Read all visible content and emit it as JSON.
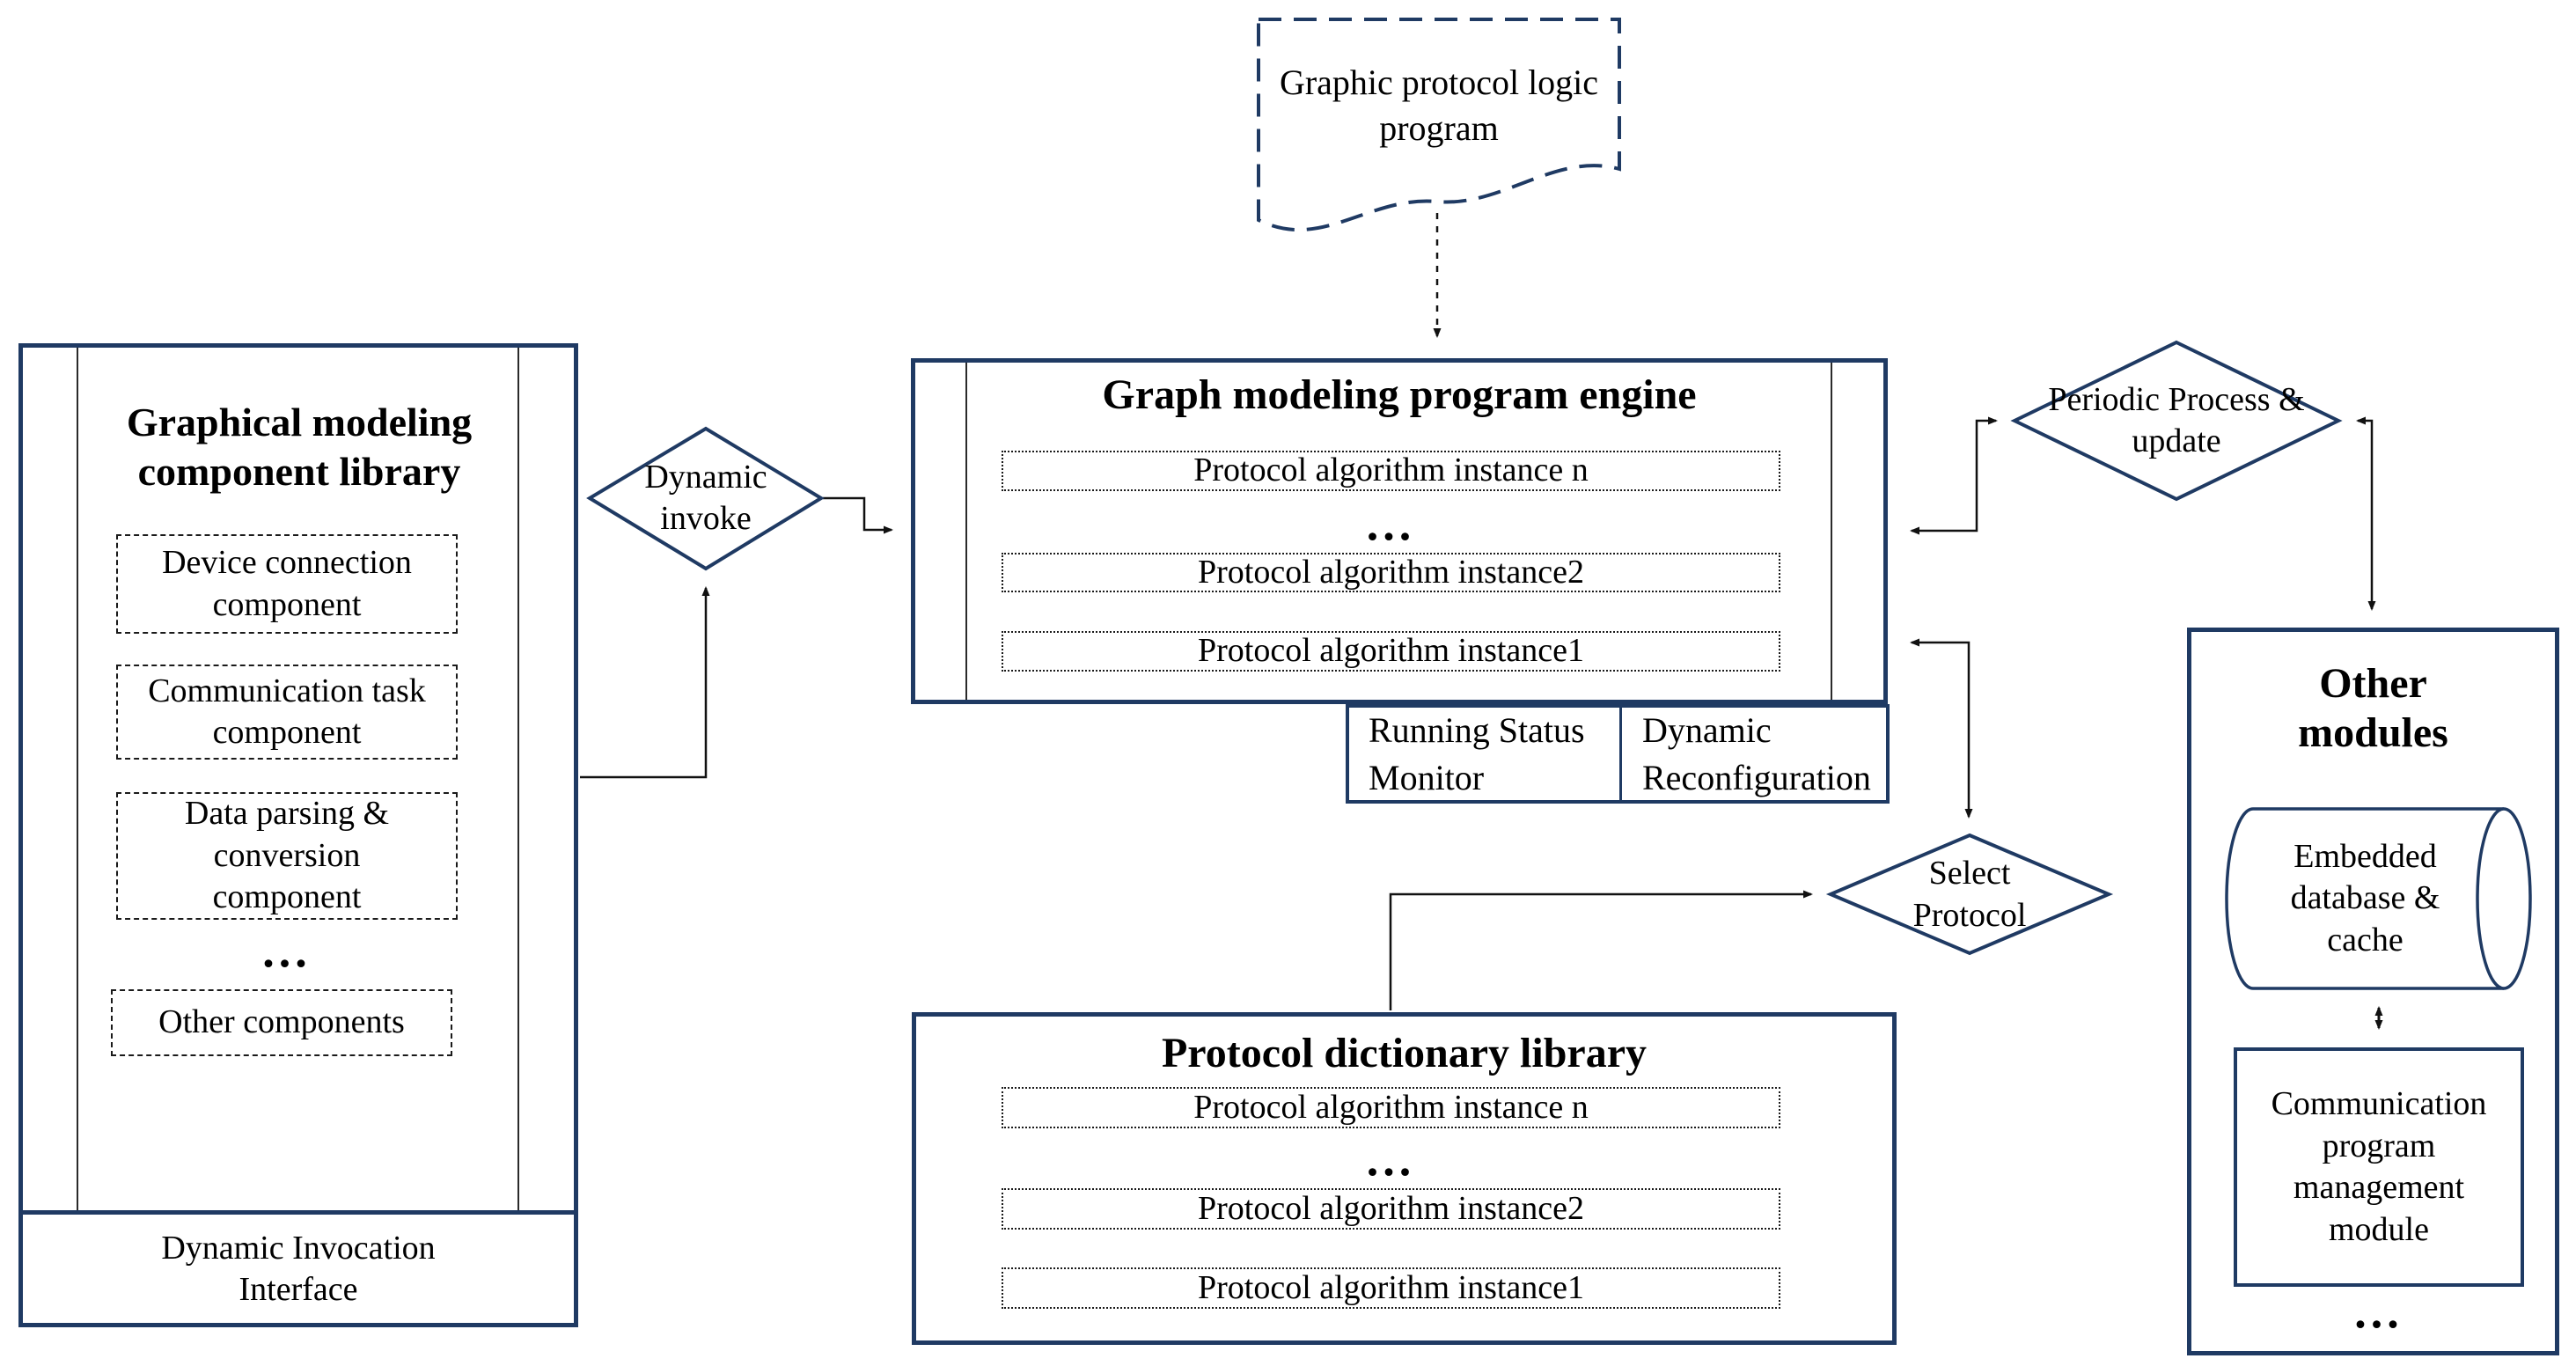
{
  "colors": {
    "navy": "#1f3a63",
    "line": "#1a1a1a"
  },
  "document": {
    "label": "Graphic protocol logic program"
  },
  "library": {
    "title": "Graphical modeling component library",
    "components": [
      "Device connection component",
      "Communication task component",
      "Data parsing & conversion component",
      "Other components"
    ],
    "ellipsis": "...",
    "footer": "Dynamic Invocation Interface"
  },
  "dynamic_invoke": {
    "label": "Dynamic invoke"
  },
  "engine": {
    "title": "Graph modeling program engine",
    "instances": [
      "Protocol algorithm instance n",
      "Protocol algorithm instance2",
      "Protocol algorithm instance1"
    ],
    "ellipsis": "...",
    "monitor_label": "Running Status Monitor",
    "reconfig_label": "Dynamic Reconfiguration"
  },
  "periodic": {
    "label": "Periodic Process & update"
  },
  "select_protocol": {
    "label": "Select Protocol"
  },
  "dictionary": {
    "title": "Protocol dictionary library",
    "instances": [
      "Protocol algorithm instance n",
      "Protocol algorithm instance2",
      "Protocol algorithm instance1"
    ],
    "ellipsis": "..."
  },
  "other_modules": {
    "title": "Other modules",
    "database_label": "Embedded database & cache",
    "comm_label": "Communication program management module",
    "ellipsis": "..."
  }
}
